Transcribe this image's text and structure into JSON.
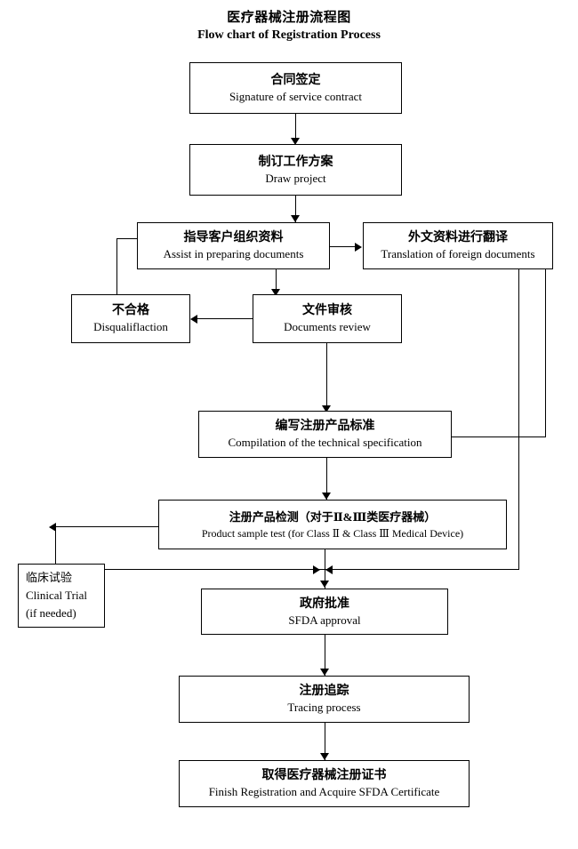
{
  "title": {
    "cn": "医疗器械注册流程图",
    "en": "Flow chart of Registration Process"
  },
  "nodes": {
    "contract": {
      "cn": "合同签定",
      "en": "Signature of service contract"
    },
    "draw_project": {
      "cn": "制订工作方案",
      "en": "Draw project"
    },
    "assist": {
      "cn": "指导客户组织资料",
      "en": "Assist in preparing documents"
    },
    "translation": {
      "cn": "外文资料进行翻译",
      "en": "Translation of foreign documents"
    },
    "disqualified": {
      "cn": "不合格",
      "en": "Disqualiflaction"
    },
    "doc_review": {
      "cn": "文件审核",
      "en": "Documents review"
    },
    "tech_spec": {
      "cn": "编写注册产品标准",
      "en": "Compilation of the technical specification"
    },
    "sample_test": {
      "cn": "注册产品检测（对于Ⅱ&Ⅲ类医疗器械）",
      "en": "Product sample test (for Class  Ⅱ & Class  Ⅲ  Medical Device)"
    },
    "clinical_trial": {
      "cn": "临床试验",
      "en": "Clinical Trial",
      "en2": "(if needed)"
    },
    "sfda_approval": {
      "cn": "政府批准",
      "en": "SFDA approval"
    },
    "tracing": {
      "cn": "注册追踪",
      "en": "Tracing process"
    },
    "finish": {
      "cn": "取得医疗器械注册证书",
      "en": "Finish Registration and Acquire SFDA Certificate"
    }
  },
  "chart_data": {
    "type": "diagram",
    "title": "医疗器械注册流程图 / Flow chart of Registration Process",
    "edges": [
      {
        "from": "contract",
        "to": "draw_project",
        "style": "straight-down"
      },
      {
        "from": "draw_project",
        "to": "assist",
        "style": "straight-down"
      },
      {
        "from": "assist",
        "to": "translation",
        "style": "right"
      },
      {
        "from": "assist",
        "to": "doc_review",
        "style": "down"
      },
      {
        "from": "doc_review",
        "to": "disqualified",
        "style": "left"
      },
      {
        "from": "disqualified",
        "to": "assist",
        "style": "feedback-up-left"
      },
      {
        "from": "doc_review",
        "to": "tech_spec",
        "style": "straight-down"
      },
      {
        "from": "translation",
        "to": "tech_spec",
        "style": "right-side-down-left"
      },
      {
        "from": "tech_spec",
        "to": "sample_test",
        "style": "straight-down"
      },
      {
        "from": "sample_test",
        "to": "clinical_trial",
        "style": "left-down"
      },
      {
        "from": "clinical_trial",
        "to": "sfda_approval",
        "style": "right-merge"
      },
      {
        "from": "translation",
        "to": "sfda_approval",
        "style": "far-right-down-merge"
      },
      {
        "from": "sample_test",
        "to": "sfda_approval",
        "style": "straight-down"
      },
      {
        "from": "sfda_approval",
        "to": "tracing",
        "style": "straight-down"
      },
      {
        "from": "tracing",
        "to": "finish",
        "style": "straight-down"
      }
    ]
  },
  "colors": {
    "line": "#000000",
    "background": "#ffffff",
    "text": "#000000"
  }
}
